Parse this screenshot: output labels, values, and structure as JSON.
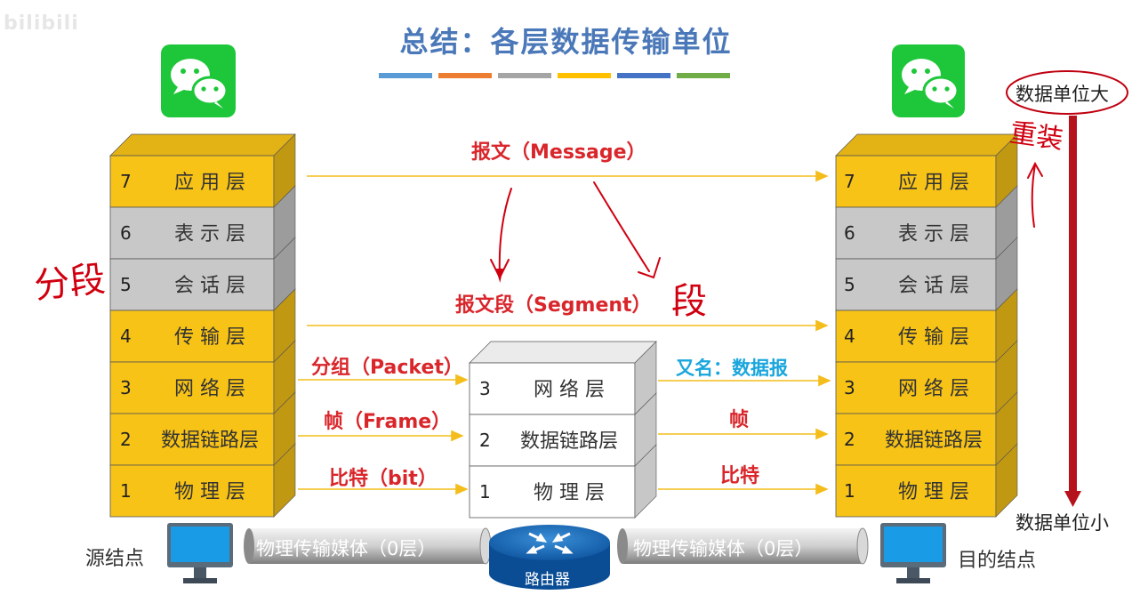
{
  "watermark": "bilibili",
  "title": "总结：各层数据传输单位",
  "title_bar_colors": [
    "#5b9bd5",
    "#ed7d31",
    "#a5a5a5",
    "#ffc000",
    "#4472c4",
    "#70ad47"
  ],
  "colors": {
    "layer_yellow": "#f7c317",
    "layer_gray": "#c8c8c8",
    "arrow_yellow": "#f4bd1c",
    "label_red": "#d9262b",
    "label_cyan": "#1aa6dd",
    "wechat_green": "#1ec73a",
    "big_arrow_red": "#b5121b",
    "handwriting_red": "#d00010"
  },
  "left_stack": {
    "layers": [
      {
        "num": "7",
        "name": "应 用 层",
        "color": "yellow"
      },
      {
        "num": "6",
        "name": "表 示 层",
        "color": "gray"
      },
      {
        "num": "5",
        "name": "会 话 层",
        "color": "gray"
      },
      {
        "num": "4",
        "name": "传 输 层",
        "color": "yellow"
      },
      {
        "num": "3",
        "name": "网 络 层",
        "color": "yellow"
      },
      {
        "num": "2",
        "name": "数据链路层",
        "color": "yellow"
      },
      {
        "num": "1",
        "name": "物 理 层",
        "color": "yellow"
      }
    ]
  },
  "right_stack": {
    "layers": [
      {
        "num": "7",
        "name": "应 用 层",
        "color": "yellow"
      },
      {
        "num": "6",
        "name": "表 示 层",
        "color": "gray"
      },
      {
        "num": "5",
        "name": "会 话 层",
        "color": "gray"
      },
      {
        "num": "4",
        "name": "传 输 层",
        "color": "yellow"
      },
      {
        "num": "3",
        "name": "网 络 层",
        "color": "yellow"
      },
      {
        "num": "2",
        "name": "数据链路层",
        "color": "yellow"
      },
      {
        "num": "1",
        "name": "物 理 层",
        "color": "yellow"
      }
    ]
  },
  "router_stack": {
    "layers": [
      {
        "num": "3",
        "name": "网 络 层"
      },
      {
        "num": "2",
        "name": "数据链路层"
      },
      {
        "num": "1",
        "name": "物 理 层"
      }
    ]
  },
  "labels": {
    "message": "报文（Message）",
    "segment": "报文段（Segment）",
    "packet": "分组（Packet）",
    "frame": "帧（Frame）",
    "bit": "比特（bit）",
    "datagram": "又名：数据报",
    "frame_right": "帧",
    "bit_right": "比特"
  },
  "nodes": {
    "source": "源结点",
    "dest": "目的结点",
    "router": "路由器",
    "medium_left": "物理传输媒体（0层）",
    "medium_right": "物理传输媒体（0层）"
  },
  "scale": {
    "large": "数据单位大",
    "small": "数据单位小"
  },
  "handwriting": {
    "left": "分段",
    "middle": "段",
    "right": "重装"
  }
}
